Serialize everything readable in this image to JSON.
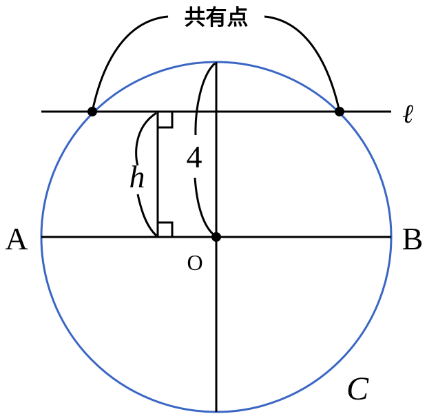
{
  "labels": {
    "common_points": "共有点",
    "line": "ℓ",
    "h": "h",
    "radius": "4",
    "A": "A",
    "B": "B",
    "O": "O",
    "C": "C"
  },
  "colors": {
    "circle": "#3a66c4",
    "lines": "#000000",
    "background": "#ffffff"
  }
}
